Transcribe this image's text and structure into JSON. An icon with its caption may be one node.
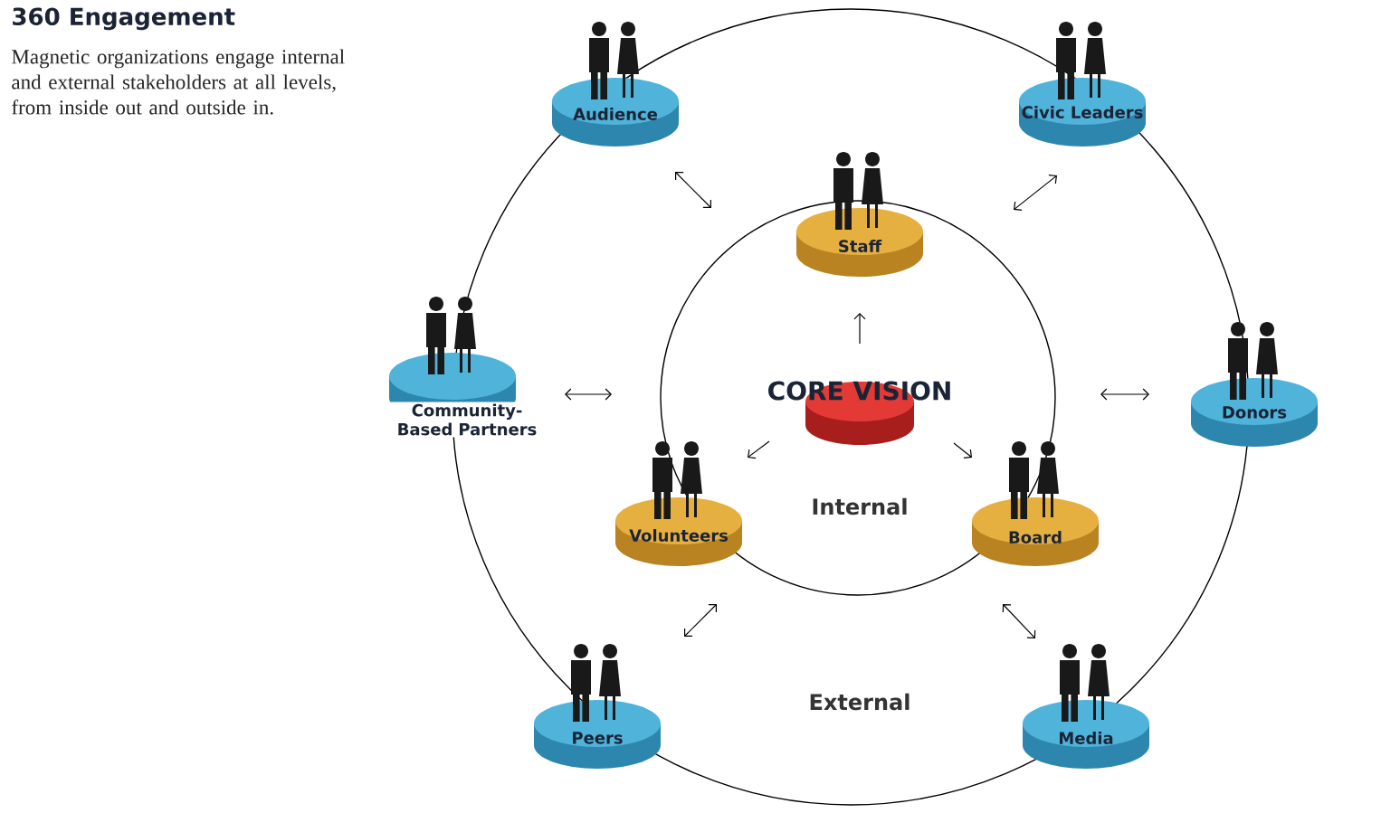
{
  "diagram": {
    "title": "360 Engagement",
    "caption": "Magnetic organizations engage internal and external stakeholders at all levels, from inside out and outside in.",
    "nodes": [
      {
        "text": [
          "Audience"
        ]
      },
      {
        "text": [
          "Civic Leaders"
        ]
      },
      {
        "text": [
          "Staff"
        ]
      },
      {
        "text": [
          "Community-Based Partners"
        ]
      },
      {
        "text": [
          "CORE VISION"
        ]
      },
      {
        "text": [
          "Donors"
        ]
      },
      {
        "text": [
          "Volunteers"
        ]
      },
      {
        "text": [
          "Board"
        ]
      },
      {
        "text": [
          "Peers"
        ]
      },
      {
        "text": [
          "Media"
        ]
      }
    ],
    "labels": [
      "Internal",
      "External"
    ]
  }
}
